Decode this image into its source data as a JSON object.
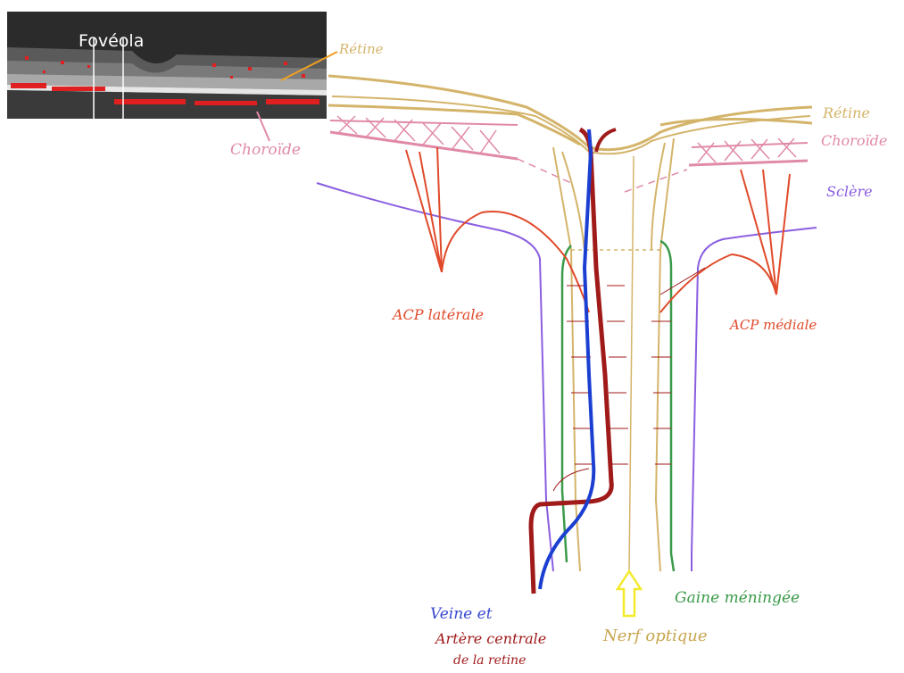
{
  "oct_image": {
    "foveola_label": "Fovéola",
    "retine_label": "Rétine",
    "choroide_label": "Choroïde"
  },
  "diagram": {
    "labels": {
      "retine": "Rétine",
      "choroide": "Choroïde",
      "sclere": "Sclère",
      "acp_laterale": "ACP latérale",
      "acp_mediale": "ACP médiale",
      "gaine_meningee": "Gaine méningée",
      "nerf_optique": "Nerf optique",
      "veine_line1": "Veine et",
      "artere_line2": "Artère centrale",
      "artere_line3": "de la retine"
    },
    "colors": {
      "retine": "#d4b46a",
      "choroide": "#e08aa8",
      "sclere": "#8a5ee0",
      "acp": "#e04a2a",
      "gaine": "#3a9a4a",
      "veine": "#1b3fd1",
      "artere": "#a01a1a",
      "nerf_arrow": "#f3ea2a"
    }
  }
}
